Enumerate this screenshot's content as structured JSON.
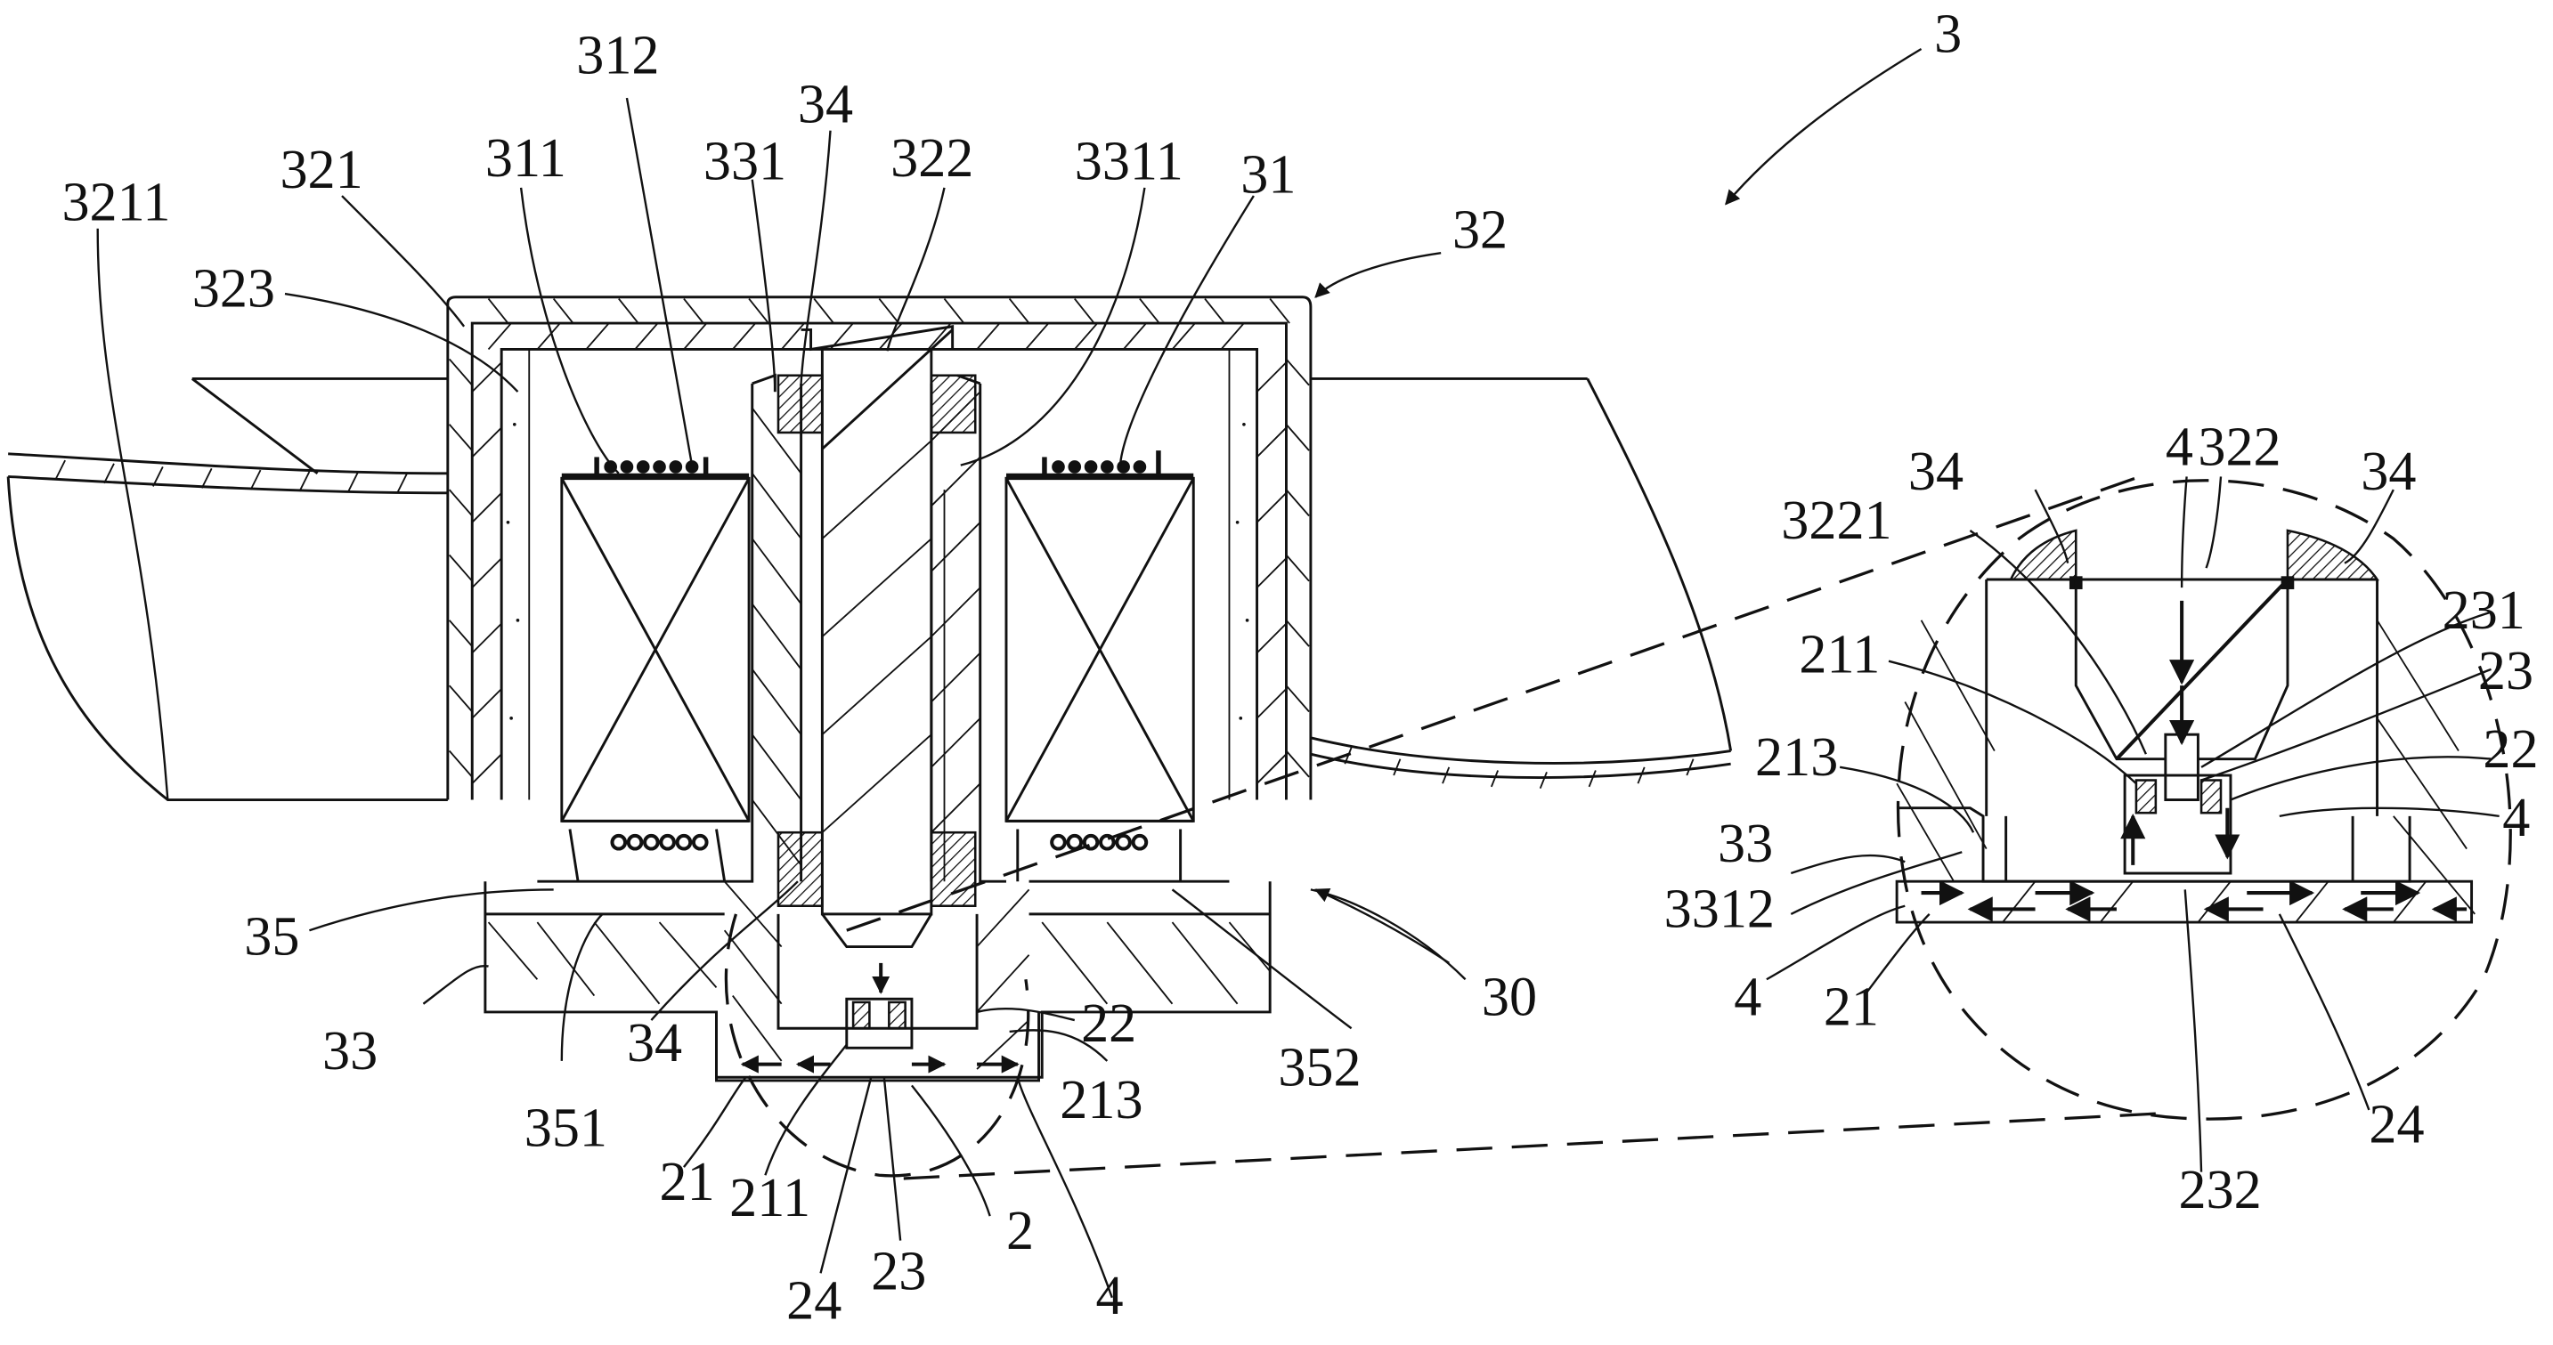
{
  "figure": {
    "type": "patent cross-section drawing",
    "assembly_label": "3",
    "main_view_labels": [
      {
        "id": "3211",
        "text": "3211"
      },
      {
        "id": "321",
        "text": "321"
      },
      {
        "id": "323",
        "text": "323"
      },
      {
        "id": "311",
        "text": "311"
      },
      {
        "id": "312",
        "text": "312"
      },
      {
        "id": "331",
        "text": "331"
      },
      {
        "id": "34-top",
        "text": "34"
      },
      {
        "id": "322",
        "text": "322"
      },
      {
        "id": "3311",
        "text": "3311"
      },
      {
        "id": "31",
        "text": "31"
      },
      {
        "id": "32",
        "text": "32"
      },
      {
        "id": "35",
        "text": "35"
      },
      {
        "id": "33",
        "text": "33"
      },
      {
        "id": "351",
        "text": "351"
      },
      {
        "id": "34-low",
        "text": "34"
      },
      {
        "id": "21",
        "text": "21"
      },
      {
        "id": "211",
        "text": "211"
      },
      {
        "id": "24",
        "text": "24"
      },
      {
        "id": "23",
        "text": "23"
      },
      {
        "id": "2",
        "text": "2"
      },
      {
        "id": "4",
        "text": "4"
      },
      {
        "id": "213",
        "text": "213"
      },
      {
        "id": "22",
        "text": "22"
      },
      {
        "id": "352",
        "text": "352"
      },
      {
        "id": "30",
        "text": "30"
      }
    ],
    "detail_view_labels": [
      {
        "id": "d-4-top",
        "text": "4"
      },
      {
        "id": "d-322",
        "text": "322"
      },
      {
        "id": "d-34-left",
        "text": "34"
      },
      {
        "id": "d-34-right",
        "text": "34"
      },
      {
        "id": "d-3221",
        "text": "3221"
      },
      {
        "id": "d-231",
        "text": "231"
      },
      {
        "id": "d-211",
        "text": "211"
      },
      {
        "id": "d-23",
        "text": "23"
      },
      {
        "id": "d-213",
        "text": "213"
      },
      {
        "id": "d-22",
        "text": "22"
      },
      {
        "id": "d-4-right",
        "text": "4"
      },
      {
        "id": "d-33",
        "text": "33"
      },
      {
        "id": "d-3312",
        "text": "3312"
      },
      {
        "id": "d-4-left",
        "text": "4"
      },
      {
        "id": "d-21",
        "text": "21"
      },
      {
        "id": "d-24",
        "text": "24"
      },
      {
        "id": "d-232",
        "text": "232"
      }
    ]
  }
}
